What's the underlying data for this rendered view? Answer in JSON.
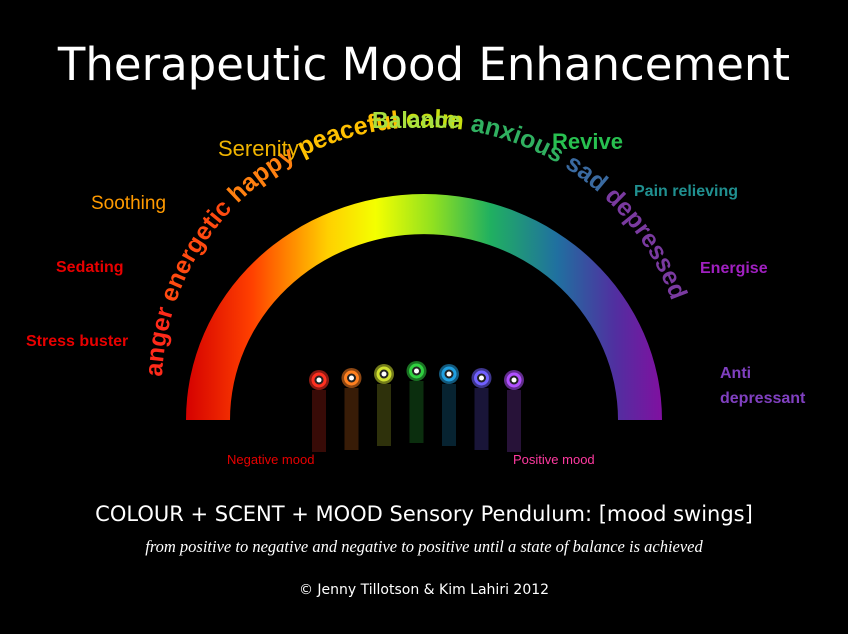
{
  "title": "Therapeutic Mood Enhancement",
  "moods": [
    "anger",
    "energetic",
    "happy",
    "peaceful",
    "calm",
    "anxious",
    "sad",
    "depressed"
  ],
  "mood_colors": [
    "#ff2a1a",
    "#ff4a10",
    "#ff8010",
    "#ffc000",
    "#c8e010",
    "#30b060",
    "#3a6aa0",
    "#7a3aa0"
  ],
  "effects": {
    "stress_buster": "Stress buster",
    "sedating": "Sedating",
    "soothing": "Soothing",
    "serenity": "Serenity",
    "balance": "Balance",
    "revive": "Revive",
    "pain_relieving": "Pain relieving",
    "energise": "Energise",
    "anti_depressant_1": "Anti",
    "anti_depressant_2": "depressant"
  },
  "negative_mood": "Negative mood",
  "positive_mood": "Positive  mood",
  "footer": {
    "line1": "COLOUR + SCENT + MOOD  Sensory Pendulum:   [mood swings]",
    "line2": "from positive to negative and negative to positive until a state of balance is achieved",
    "credit": "© Jenny Tillotson & Kim Lahiri 2012"
  },
  "colors": {
    "background": "#000000",
    "red": "#e80000",
    "orange": "#ff9a00",
    "gold": "#f0b400",
    "green_light": "#a8e040",
    "green": "#28c050",
    "teal": "#209090",
    "purple": "#a020c0",
    "violet": "#8040c0",
    "pink": "#ff3aa0"
  },
  "orbs": [
    "#ff3020",
    "#ff8020",
    "#d0e030",
    "#30d040",
    "#20a0e0",
    "#7060ff",
    "#b050ff"
  ]
}
